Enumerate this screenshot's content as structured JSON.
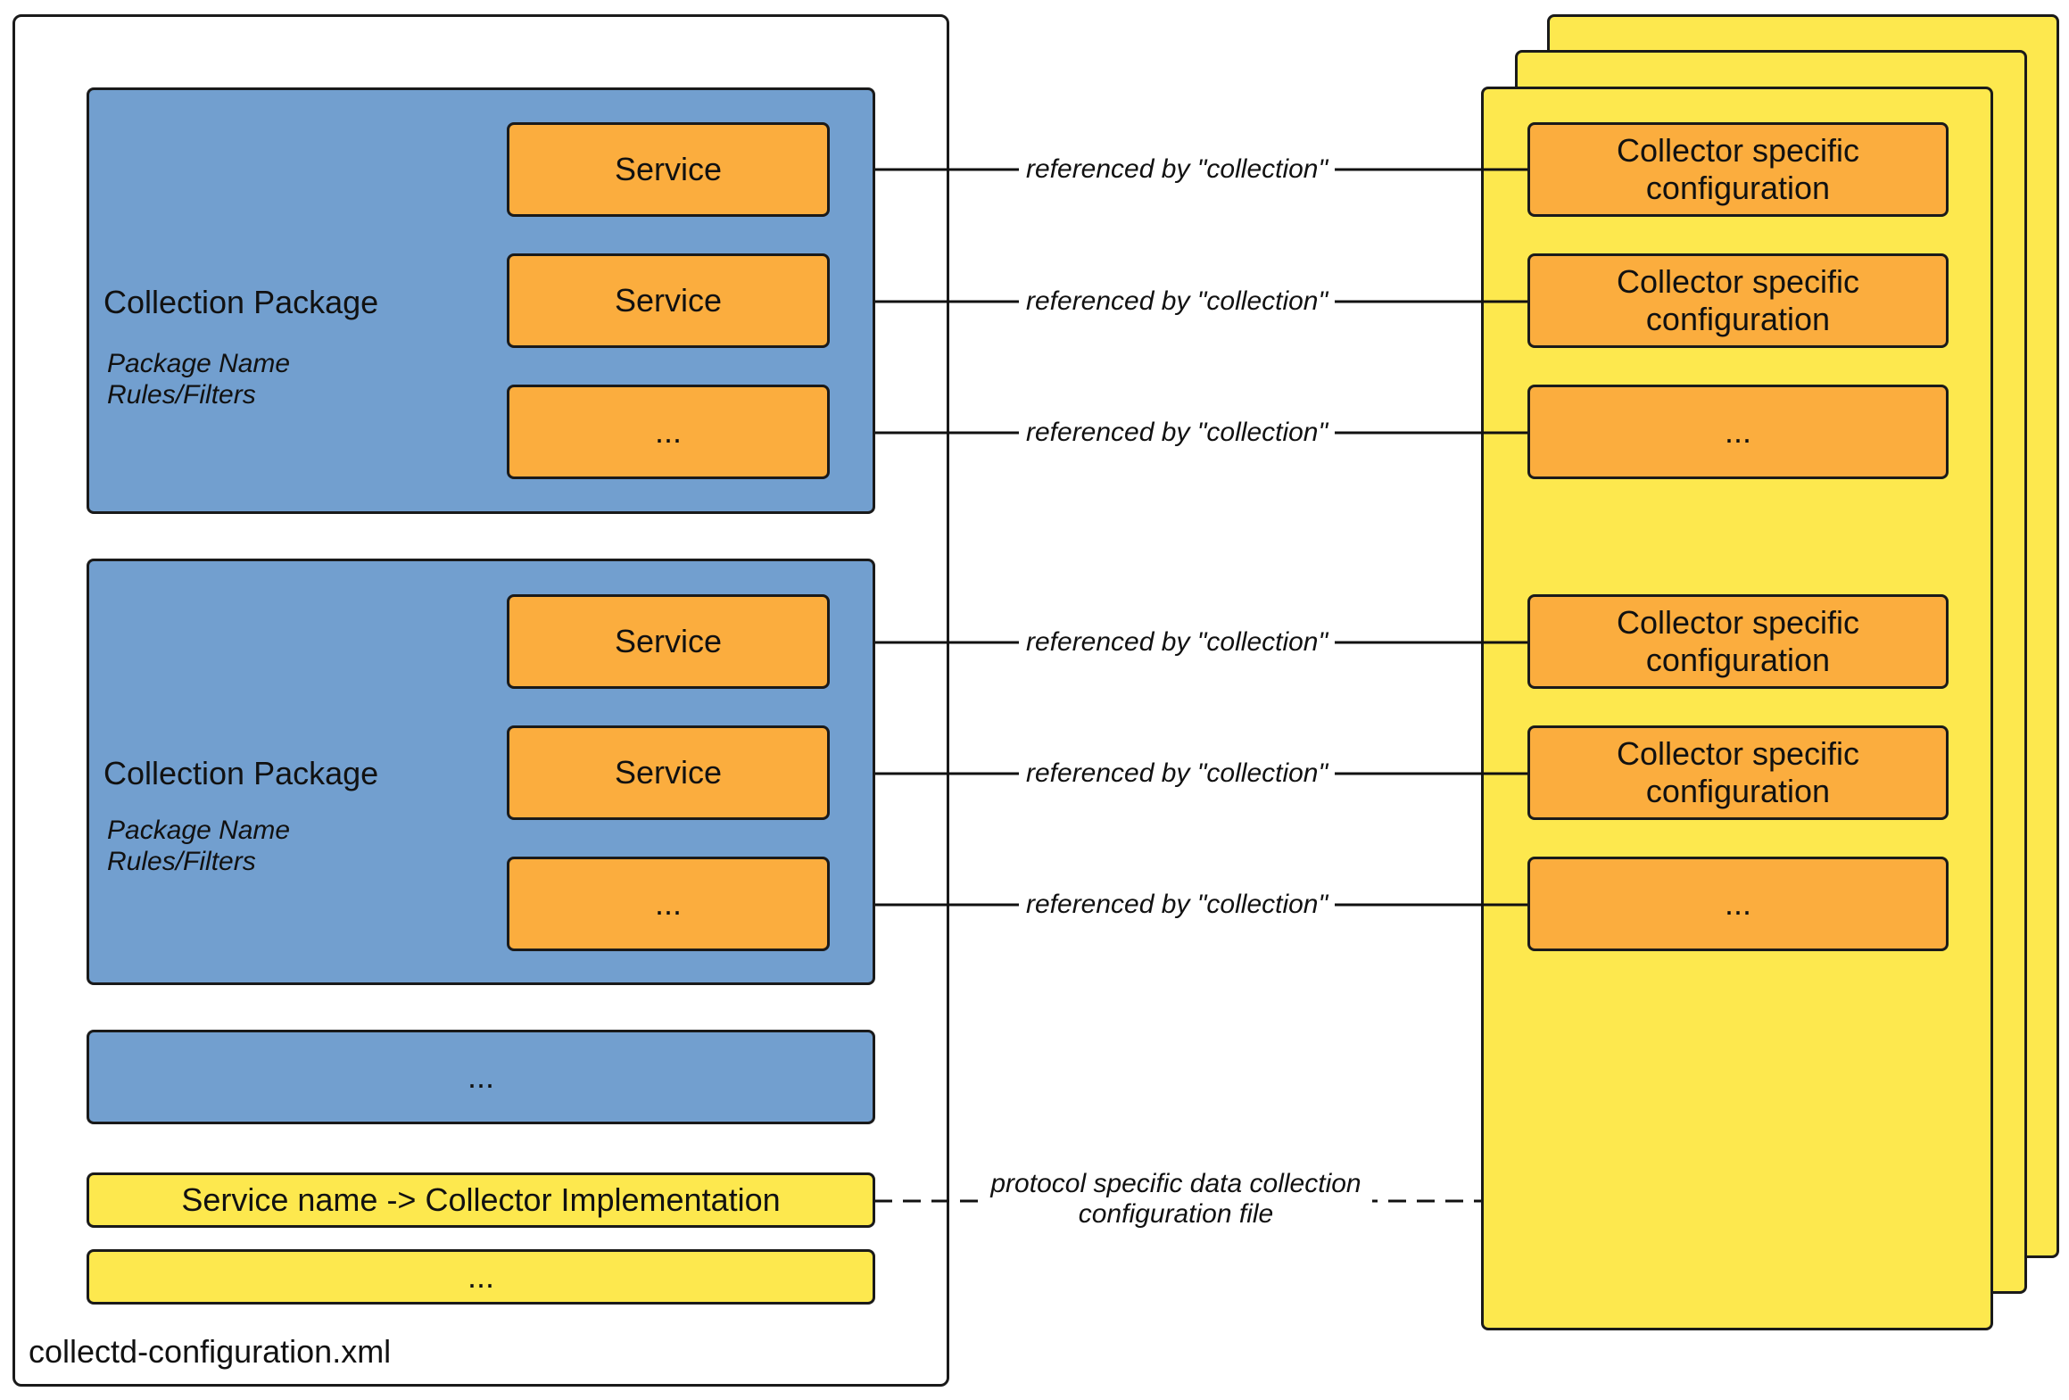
{
  "outer_file": "collectd-configuration.xml",
  "packages": [
    {
      "title": "Collection Package",
      "name_label": "Package Name",
      "rules_label": "Rules/Filters",
      "services": [
        "Service",
        "Service",
        "..."
      ]
    },
    {
      "title": "Collection Package",
      "name_label": "Package Name",
      "rules_label": "Rules/Filters",
      "services": [
        "Service",
        "Service",
        "..."
      ]
    }
  ],
  "more_packages": "...",
  "collector_map": "Service name -> Collector Implementation",
  "collector_more": "...",
  "connector_label": "referenced by \"collection\"",
  "dashed_connector": [
    "protocol specific data collection",
    "configuration file"
  ],
  "collector_configs": [
    "Collector specific configuration",
    "Collector specific configuration",
    "...",
    "Collector specific configuration",
    "Collector specific configuration",
    "..."
  ],
  "colors": {
    "package": "#729fcf",
    "service": "#fbad3e",
    "config_file": "#fde84e"
  }
}
